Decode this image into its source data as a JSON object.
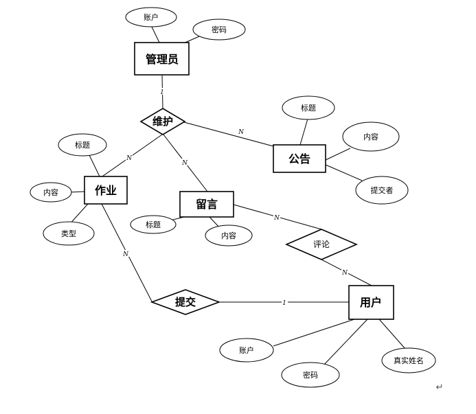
{
  "entities": {
    "admin": "管理员",
    "notice": "公告",
    "homework": "作业",
    "message": "留言",
    "user": "用户"
  },
  "relations": {
    "maintain": "维护",
    "comment": "评论",
    "submit": "提交"
  },
  "attributes": {
    "admin_account": "账户",
    "admin_password": "密码",
    "notice_title": "标题",
    "notice_content": "内容",
    "notice_submitter": "提交者",
    "homework_title": "标题",
    "homework_content": "内容",
    "homework_type": "类型",
    "message_title": "标题",
    "message_content": "内容",
    "user_account": "账户",
    "user_password": "密码",
    "user_realname": "真实姓名"
  },
  "cardinality": {
    "admin_maintain": "1",
    "maintain_notice": "N",
    "maintain_homework": "N",
    "maintain_message": "N",
    "message_comment": "N",
    "comment_user": "N",
    "homework_submit": "N",
    "submit_user": "1"
  },
  "paragraph_mark": "↵"
}
